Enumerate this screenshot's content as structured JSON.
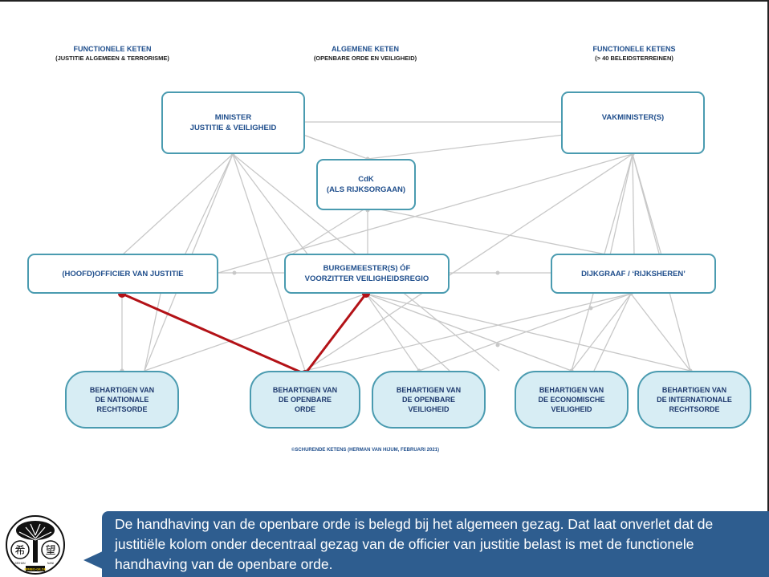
{
  "headers": {
    "left": {
      "title": "FUNCTIONELE KETEN",
      "subtitle": "(JUSTITIE ALGEMEEN & TERRORISME)"
    },
    "center": {
      "title": "ALGEMENE KETEN",
      "subtitle": "(OPENBARE ORDE EN VEILIGHEID)"
    },
    "right": {
      "title": "FUNCTIONELE KETENS",
      "subtitle": "(> 40 BELEIDSTERREINEN)"
    }
  },
  "nodes": {
    "minister": {
      "line1": "MINISTER",
      "line2": "JUSTITIE & VEILIGHEID"
    },
    "vakminister": {
      "line1": "VAKMINISTER(S)"
    },
    "cdk": {
      "line1": "CdK",
      "line2": "(ALS RIJKSORGAAN)"
    },
    "officier": {
      "line1": "(HOOFD)OFFICIER VAN JUSTITIE"
    },
    "burgemeester": {
      "line1": "BURGEMEESTER(S) ÓF",
      "line2": "VOORZITTER VEILIGHEIDSREGIO"
    },
    "dijkgraaf": {
      "line1": "DIJKGRAAF / ‘RIJKSHEREN’"
    }
  },
  "outcomes": {
    "nationale": {
      "line1": "BEHARTIGEN VAN",
      "line2": "DE NATIONALE",
      "line3": "RECHTSORDE"
    },
    "openbare_orde": {
      "line1": "BEHARTIGEN VAN",
      "line2": "DE OPENBARE",
      "line3": "ORDE"
    },
    "openbare_veiligheid": {
      "line1": "BEHARTIGEN VAN",
      "line2": "DE OPENBARE",
      "line3": "VEILIGHEID"
    },
    "economische": {
      "line1": "BEHARTIGEN VAN",
      "line2": "DE ECONOMISCHE",
      "line3": "VEILIGHEID"
    },
    "internationale": {
      "line1": "BEHARTIGEN VAN",
      "line2": "DE INTERNATIONALE",
      "line3": "RECHTSORDE"
    }
  },
  "copyright": "©SCHURENDE KETENS (HERMAN VAN HIJUM, FEBRUARI 2021)",
  "callout": {
    "text": "De handhaving van de openbare orde is belegd bij het algemeen gezag. Dat laat onverlet dat de justitiële kolom onder decentraal gezag van de officier van justitie belast is met de functionele handhaving van de openbare orde."
  },
  "logo": {
    "left_glyph": "希",
    "right_glyph": "望",
    "left_small": "SEIHAN",
    "right_small": "NANI",
    "bottom_text": "RIMBO-GILDE"
  },
  "colors": {
    "accent": "#1f4e8c",
    "box_border": "#4a9bb0",
    "pill_fill": "#d7edf4",
    "connector": "#c8c8c8",
    "highlight": "#b31217",
    "callout": "#2e5d8f"
  }
}
